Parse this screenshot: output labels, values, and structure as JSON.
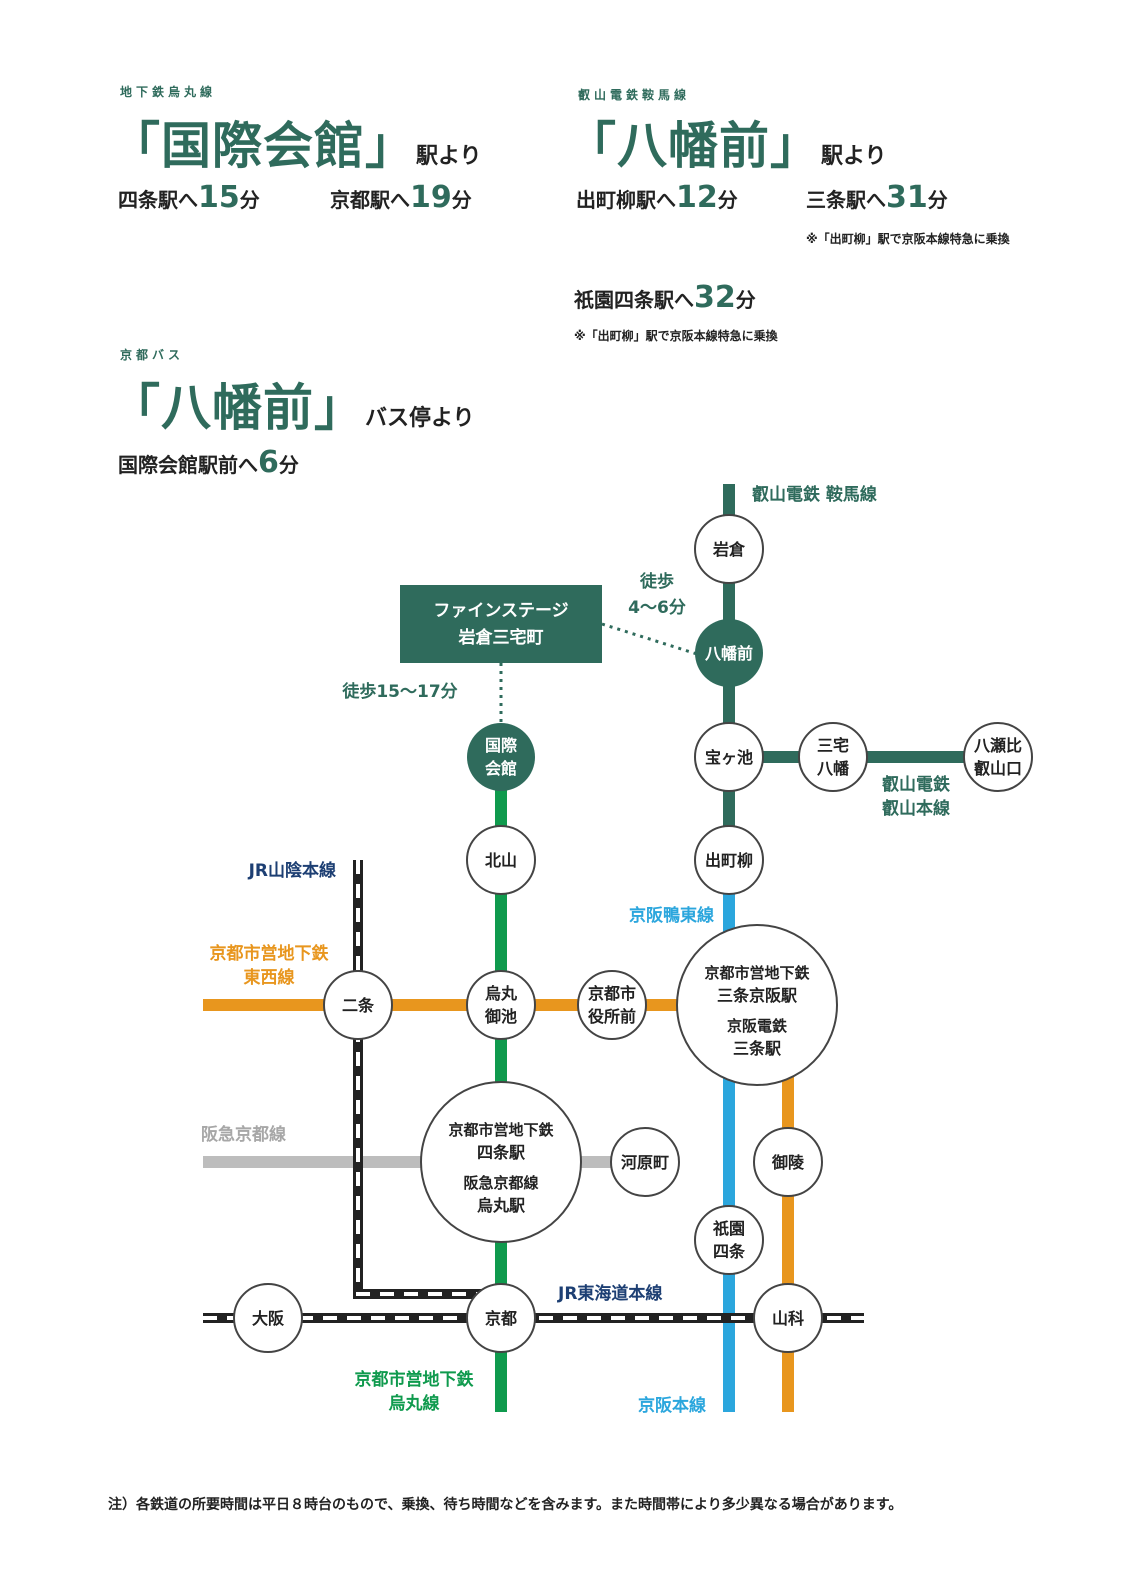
{
  "sections": {
    "subway": {
      "line_label": "地下鉄烏丸線",
      "station": "「国際会館」",
      "from": "駅より",
      "dest1": "四条駅へ",
      "dest1_min": "15",
      "dest2": "京都駅へ",
      "dest2_min": "19",
      "unit": "分"
    },
    "eizan": {
      "line_label": "叡山電鉄鞍馬線",
      "station": "「八幡前」",
      "from": "駅より",
      "dest1": "出町柳駅へ",
      "dest1_min": "12",
      "dest2": "三条駅へ",
      "dest2_min": "31",
      "note1": "※「出町柳」駅で京阪本線特急に乗換",
      "dest3": "祇園四条駅へ",
      "dest3_min": "32",
      "note2": "※「出町柳」駅で京阪本線特急に乗換",
      "unit": "分"
    },
    "bus": {
      "line_label": "京都バス",
      "station": "「八幡前」",
      "from": "バス停より",
      "dest1": "国際会館駅前へ",
      "dest1_min": "6",
      "unit": "分"
    }
  },
  "map": {
    "property_line1": "ファインステージ",
    "property_line2": "岩倉三宅町",
    "walk1_line1": "徒歩",
    "walk1_line2": "4〜6分",
    "walk2": "徒歩15〜17分",
    "lines": {
      "eizan_kurama": "叡山電鉄 鞍馬線",
      "eizan_main_1": "叡山電鉄",
      "eizan_main_2": "叡山本線",
      "jr_sanin": "JR山陰本線",
      "tozai_1": "京都市営地下鉄",
      "tozai_2": "東西線",
      "keihan_oto": "京阪鴨東線",
      "hankyu": "阪急京都線",
      "jr_tokaido": "JR東海道本線",
      "karasuma_1": "京都市営地下鉄",
      "karasuma_2": "烏丸線",
      "keihan_main": "京阪本線"
    },
    "stations": {
      "iwakura": "岩倉",
      "hachimanmae": "八幡前",
      "takaragaike_a": "宝ヶ池",
      "miyake_1": "三宅",
      "miyake_2": "八幡",
      "yase_1": "八瀬比",
      "yase_2": "叡山口",
      "kokusai_1": "国際",
      "kokusai_2": "会館",
      "kitayama": "北山",
      "demachi": "出町柳",
      "sanjo_1": "京都市営地下鉄",
      "sanjo_2": "三条京阪駅",
      "sanjo_3": "京阪電鉄",
      "sanjo_4": "三条駅",
      "nijo": "二条",
      "oike_1": "烏丸",
      "oike_2": "御池",
      "shiyakusho_1": "京都市",
      "shiyakusho_2": "役所前",
      "shijo_1": "京都市営地下鉄",
      "shijo_2": "四条駅",
      "shijo_3": "阪急京都線",
      "shijo_4": "烏丸駅",
      "kawaramachi": "河原町",
      "misasagi": "御陵",
      "gion_1": "祇園",
      "gion_2": "四条",
      "osaka": "大阪",
      "kyoto": "京都",
      "yamashina": "山科"
    }
  },
  "footnote": "注）各鉄道の所要時間は平日８時台のもので、乗換、待ち時間などを含みます。また時間帯により多少異なる場合があります。",
  "colors": {
    "accent": "#2f6b5c",
    "karasuma": "#0f9a4d",
    "tozai": "#e8961e",
    "keihan": "#2ba6dd",
    "hankyu": "#bdbdbd",
    "jr": "#222222",
    "jr_text": "#1d3f73"
  }
}
